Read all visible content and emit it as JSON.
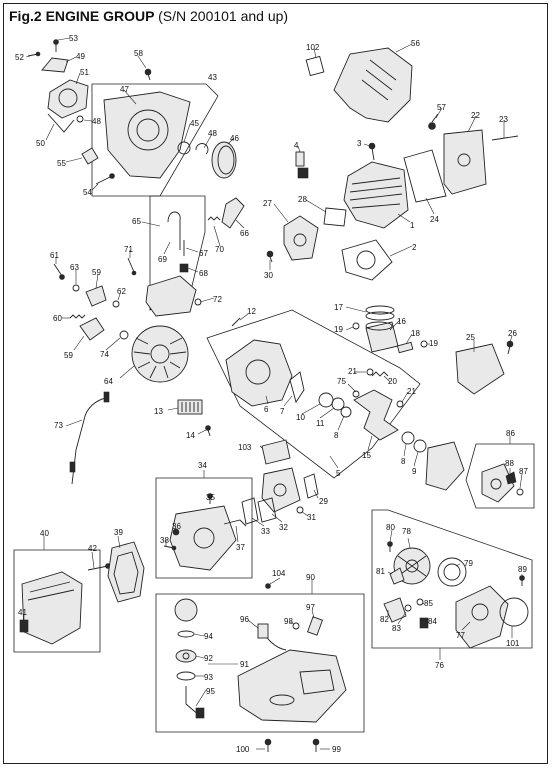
{
  "title": {
    "fig": "Fig.2",
    "group": "ENGINE GROUP",
    "serial": "(S/N 200101 and up)"
  },
  "callouts": [
    {
      "id": "c53",
      "n": "53"
    },
    {
      "id": "c52",
      "n": "52"
    },
    {
      "id": "c49",
      "n": "49"
    },
    {
      "id": "c51",
      "n": "51"
    },
    {
      "id": "c50",
      "n": "50"
    },
    {
      "id": "c48",
      "n": "48"
    },
    {
      "id": "c55",
      "n": "55"
    },
    {
      "id": "c54",
      "n": "54"
    },
    {
      "id": "c58",
      "n": "58"
    },
    {
      "id": "c43",
      "n": "43"
    },
    {
      "id": "c47",
      "n": "47"
    },
    {
      "id": "c45",
      "n": "45"
    },
    {
      "id": "c46",
      "n": "46"
    },
    {
      "id": "c102",
      "n": "102"
    },
    {
      "id": "c56",
      "n": "56"
    },
    {
      "id": "c57",
      "n": "57"
    },
    {
      "id": "c22",
      "n": "22"
    },
    {
      "id": "c23",
      "n": "23"
    },
    {
      "id": "c3",
      "n": "3"
    },
    {
      "id": "c4",
      "n": "4"
    },
    {
      "id": "c24",
      "n": "24"
    },
    {
      "id": "c1",
      "n": "1"
    },
    {
      "id": "c28",
      "n": "28"
    },
    {
      "id": "c27",
      "n": "27"
    },
    {
      "id": "c2",
      "n": "2"
    },
    {
      "id": "c30",
      "n": "30"
    },
    {
      "id": "c65",
      "n": "65"
    },
    {
      "id": "c66",
      "n": "66"
    },
    {
      "id": "c69",
      "n": "69"
    },
    {
      "id": "c70",
      "n": "70"
    },
    {
      "id": "c67",
      "n": "67"
    },
    {
      "id": "c68",
      "n": "68"
    },
    {
      "id": "c71",
      "n": "71"
    },
    {
      "id": "c61",
      "n": "61"
    },
    {
      "id": "c63",
      "n": "63"
    },
    {
      "id": "c59a",
      "n": "59"
    },
    {
      "id": "c62",
      "n": "62"
    },
    {
      "id": "c72",
      "n": "72"
    },
    {
      "id": "c60",
      "n": "60"
    },
    {
      "id": "c59b",
      "n": "59"
    },
    {
      "id": "c74",
      "n": "74"
    },
    {
      "id": "c12",
      "n": "12"
    },
    {
      "id": "c17",
      "n": "17"
    },
    {
      "id": "c19a",
      "n": "19"
    },
    {
      "id": "c16",
      "n": "16"
    },
    {
      "id": "c18",
      "n": "18"
    },
    {
      "id": "c19b",
      "n": "19"
    },
    {
      "id": "c25",
      "n": "25"
    },
    {
      "id": "c26",
      "n": "26"
    },
    {
      "id": "c64",
      "n": "64"
    },
    {
      "id": "c21a",
      "n": "21"
    },
    {
      "id": "c75",
      "n": "75"
    },
    {
      "id": "c20",
      "n": "20"
    },
    {
      "id": "c21b",
      "n": "21"
    },
    {
      "id": "c73",
      "n": "73"
    },
    {
      "id": "c13",
      "n": "13"
    },
    {
      "id": "c6",
      "n": "6"
    },
    {
      "id": "c7",
      "n": "7"
    },
    {
      "id": "c10",
      "n": "10"
    },
    {
      "id": "c11",
      "n": "11"
    },
    {
      "id": "c8a",
      "n": "8"
    },
    {
      "id": "c14",
      "n": "14"
    },
    {
      "id": "c15",
      "n": "15"
    },
    {
      "id": "c103",
      "n": "103"
    },
    {
      "id": "c5",
      "n": "5"
    },
    {
      "id": "c8b",
      "n": "8"
    },
    {
      "id": "c9",
      "n": "9"
    },
    {
      "id": "c86",
      "n": "86"
    },
    {
      "id": "c88",
      "n": "88"
    },
    {
      "id": "c87",
      "n": "87"
    },
    {
      "id": "c34",
      "n": "34"
    },
    {
      "id": "c29",
      "n": "29"
    },
    {
      "id": "c35",
      "n": "35"
    },
    {
      "id": "c31",
      "n": "31"
    },
    {
      "id": "c33",
      "n": "33"
    },
    {
      "id": "c32",
      "n": "32"
    },
    {
      "id": "c36",
      "n": "36"
    },
    {
      "id": "c38",
      "n": "38"
    },
    {
      "id": "c37",
      "n": "37"
    },
    {
      "id": "c40",
      "n": "40"
    },
    {
      "id": "c39",
      "n": "39"
    },
    {
      "id": "c42",
      "n": "42"
    },
    {
      "id": "c41",
      "n": "41"
    },
    {
      "id": "c80",
      "n": "80"
    },
    {
      "id": "c78",
      "n": "78"
    },
    {
      "id": "c81",
      "n": "81"
    },
    {
      "id": "c79",
      "n": "79"
    },
    {
      "id": "c89",
      "n": "89"
    },
    {
      "id": "c104",
      "n": "104"
    },
    {
      "id": "c90",
      "n": "90"
    },
    {
      "id": "c97",
      "n": "97"
    },
    {
      "id": "c96",
      "n": "96"
    },
    {
      "id": "c98",
      "n": "98"
    },
    {
      "id": "c94",
      "n": "94"
    },
    {
      "id": "c82",
      "n": "82"
    },
    {
      "id": "c83",
      "n": "83"
    },
    {
      "id": "c85",
      "n": "85"
    },
    {
      "id": "c84",
      "n": "84"
    },
    {
      "id": "c77",
      "n": "77"
    },
    {
      "id": "c101",
      "n": "101"
    },
    {
      "id": "c92",
      "n": "92"
    },
    {
      "id": "c91",
      "n": "91"
    },
    {
      "id": "c93",
      "n": "93"
    },
    {
      "id": "c95",
      "n": "95"
    },
    {
      "id": "c76",
      "n": "76"
    },
    {
      "id": "c100",
      "n": "100"
    },
    {
      "id": "c99",
      "n": "99"
    }
  ]
}
